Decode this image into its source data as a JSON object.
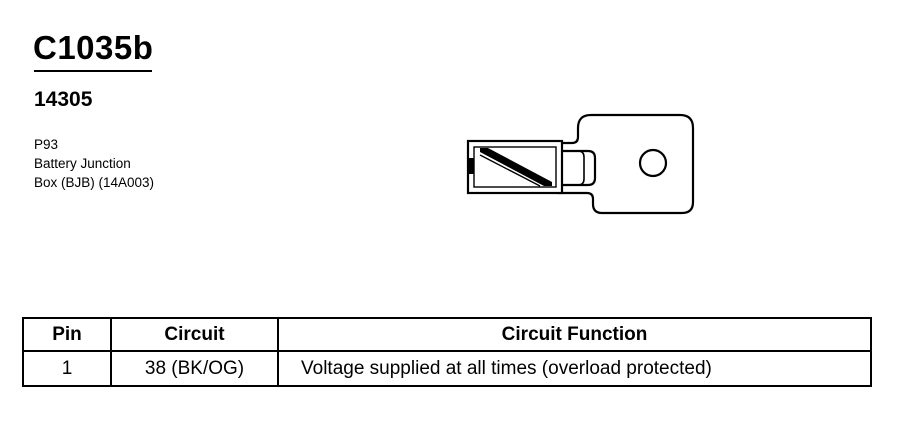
{
  "connector": {
    "id": "C1035b",
    "part_number": "14305",
    "location_lines": [
      "P93",
      "Battery Junction",
      "Box (BJB) (14A003)"
    ]
  },
  "table": {
    "headers": {
      "pin": "Pin",
      "circuit": "Circuit",
      "function": "Circuit Function"
    },
    "rows": [
      {
        "pin": "1",
        "circuit": "38 (BK/OG)",
        "function": "Voltage supplied at all times (overload protected)"
      }
    ]
  }
}
